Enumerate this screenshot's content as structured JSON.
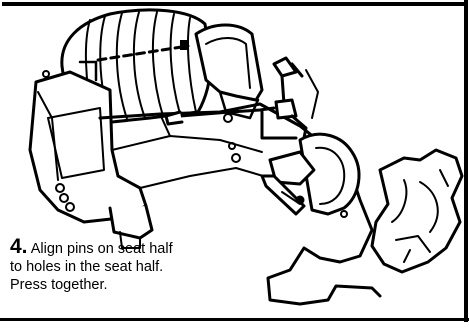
{
  "step": {
    "number": "4.",
    "line1_rest": " Align pins on seat half",
    "line2": "to holes in the seat half.",
    "line3": "Press together."
  },
  "illustration": {
    "subject": "vehicle seat assembly line drawing",
    "icon": "assembly-drawing"
  },
  "colors": {
    "ink": "#000000",
    "paper": "#ffffff"
  }
}
